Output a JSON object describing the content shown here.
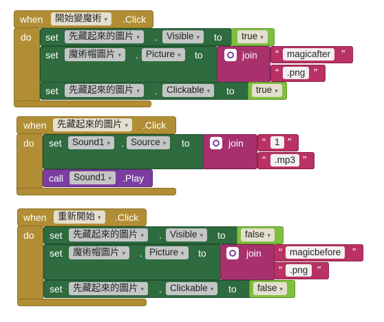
{
  "blocks": [
    {
      "when": "when",
      "do": "do",
      "component": "開始變魔術",
      "event": ".Click",
      "statements": [
        {
          "kind": "set",
          "set": "set",
          "component": "先藏起來的圖片",
          "property": "Visible",
          "to": "to",
          "value": "true"
        },
        {
          "kind": "set-join",
          "set": "set",
          "component": "魔術帽圖片",
          "property": "Picture",
          "to": "to",
          "join": "join",
          "strings": [
            "magicafter",
            ".png"
          ]
        },
        {
          "kind": "set",
          "set": "set",
          "component": "先藏起來的圖片",
          "property": "Clickable",
          "to": "to",
          "value": "true"
        }
      ]
    },
    {
      "when": "when",
      "do": "do",
      "component": "先藏起來的圖片",
      "event": ".Click",
      "statements": [
        {
          "kind": "set-join",
          "set": "set",
          "component": "Sound1",
          "property": "Source",
          "to": "to",
          "join": "join",
          "strings": [
            "1",
            ".mp3"
          ]
        },
        {
          "kind": "call",
          "call": "call",
          "component": "Sound1",
          "method": ".Play"
        }
      ]
    },
    {
      "when": "when",
      "do": "do",
      "component": "重新開始",
      "event": ".Click",
      "statements": [
        {
          "kind": "set",
          "set": "set",
          "component": "先藏起來的圖片",
          "property": "Visible",
          "to": "to",
          "value": "false"
        },
        {
          "kind": "set-join",
          "set": "set",
          "component": "魔術帽圖片",
          "property": "Picture",
          "to": "to",
          "join": "join",
          "strings": [
            "magicbefore",
            ".png"
          ]
        },
        {
          "kind": "set",
          "set": "set",
          "component": "先藏起來的圖片",
          "property": "Clickable",
          "to": "to",
          "value": "false"
        }
      ]
    }
  ],
  "icons": {
    "dropdown": "▾",
    "gear": "gear-icon",
    "quote_open": "“",
    "quote_close": "”"
  },
  "colors": {
    "event": "#b18e35",
    "set": "#2e6b3f",
    "procedure": "#a8316d",
    "logic": "#7fbf3f",
    "text": "#ba3165",
    "call": "#7b3ea0"
  }
}
